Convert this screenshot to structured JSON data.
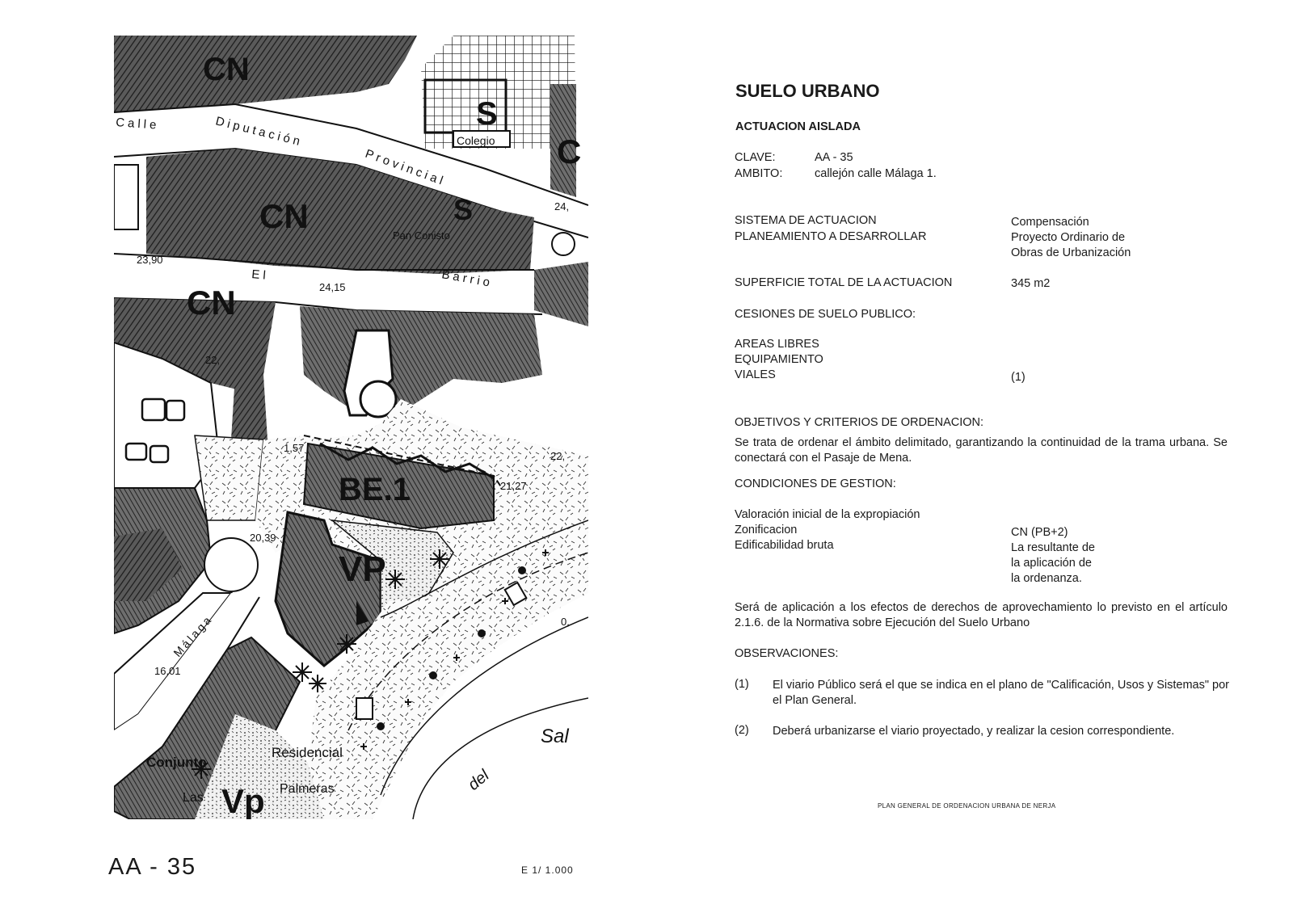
{
  "map": {
    "labels": {
      "calle": "Calle",
      "diputacion": "Diputación",
      "provincial": "Provincial",
      "barrio": "Barrio",
      "el": "El",
      "malaga": "Málaga",
      "colegio": "Colegio",
      "cn1": "CN",
      "cn2": "CN",
      "cn3": "CN",
      "s1": "S",
      "s2": "S",
      "c": "C",
      "be1": "BE.1",
      "vp1": "VP",
      "vp2": "Vp",
      "conjunto": "Conjunto",
      "residencial": "Residencial",
      "las": "Las",
      "palmeras": "Palmeras",
      "pan_conisto": "Pan Conisto",
      "sal": "Sal",
      "del": "del",
      "e24": "24,",
      "e2390": "23,90",
      "e2415": "24,15",
      "e22": "22,",
      "e157": "1,57",
      "e2127": "21,27",
      "e2039": "20,39",
      "e1601": "16,01",
      "e0": "0,",
      "e22b": "22,"
    }
  },
  "map_code": "AA - 35",
  "scale": "E 1/ 1.000",
  "title": "SUELO URBANO",
  "subtitle": "ACTUACION AISLADA",
  "clave_label": "CLAVE:",
  "clave_value": "AA - 35",
  "ambito_label": "AMBITO:",
  "ambito_value": "callejón calle Málaga  1.",
  "sistema_label": "SISTEMA DE ACTUACION",
  "sistema_value": "Compensación",
  "planeamiento_label": "PLANEAMIENTO A DESARROLLAR",
  "planeamiento_value_1": "Proyecto Ordinario de",
  "planeamiento_value_2": "Obras de Urbanización",
  "superficie_label": "SUPERFICIE TOTAL DE LA ACTUACION",
  "superficie_value": "345 m2",
  "cesiones_label": "CESIONES DE SUELO PUBLICO:",
  "areas_libres_label": "AREAS LIBRES",
  "equipamiento_label": "EQUIPAMIENTO",
  "viales_label": "VIALES",
  "viales_value": "(1)",
  "objetivos_label": "OBJETIVOS Y CRITERIOS DE ORDENACION:",
  "objetivos_text": "Se trata de ordenar el ámbito delimitado, garantizando la continuidad de la trama urbana. Se conectará con el Pasaje de Mena.",
  "condiciones_label": "CONDICIONES DE GESTION:",
  "valoracion_label": "Valoración inicial de la expropiación",
  "zonificacion_label": "Zonificacion",
  "zonificacion_value": "CN (PB+2)",
  "edificabilidad_label": "Edificabilidad bruta",
  "edificabilidad_value_1": "La resultante de",
  "edificabilidad_value_2": "la aplicación de",
  "edificabilidad_value_3": "la ordenanza.",
  "normativa_text": "Será de aplicación a los efectos de derechos de aprovechamiento lo previsto en el artículo 2.1.6. de la Normativa sobre Ejecución del Suelo Urbano",
  "observaciones_label": "OBSERVACIONES:",
  "obs_1_num": "(1)",
  "obs_1_text": "El viario Público será el que se indica  en el plano de \"Calificación, Usos y Sistemas\" por el Plan General.",
  "obs_2_num": "(2)",
  "obs_2_text": "Deberá urbanizarse el viario proyectado, y realizar la cesion correspondiente.",
  "footer": "PLAN GENERAL DE ORDENACION URBANA DE NERJA"
}
